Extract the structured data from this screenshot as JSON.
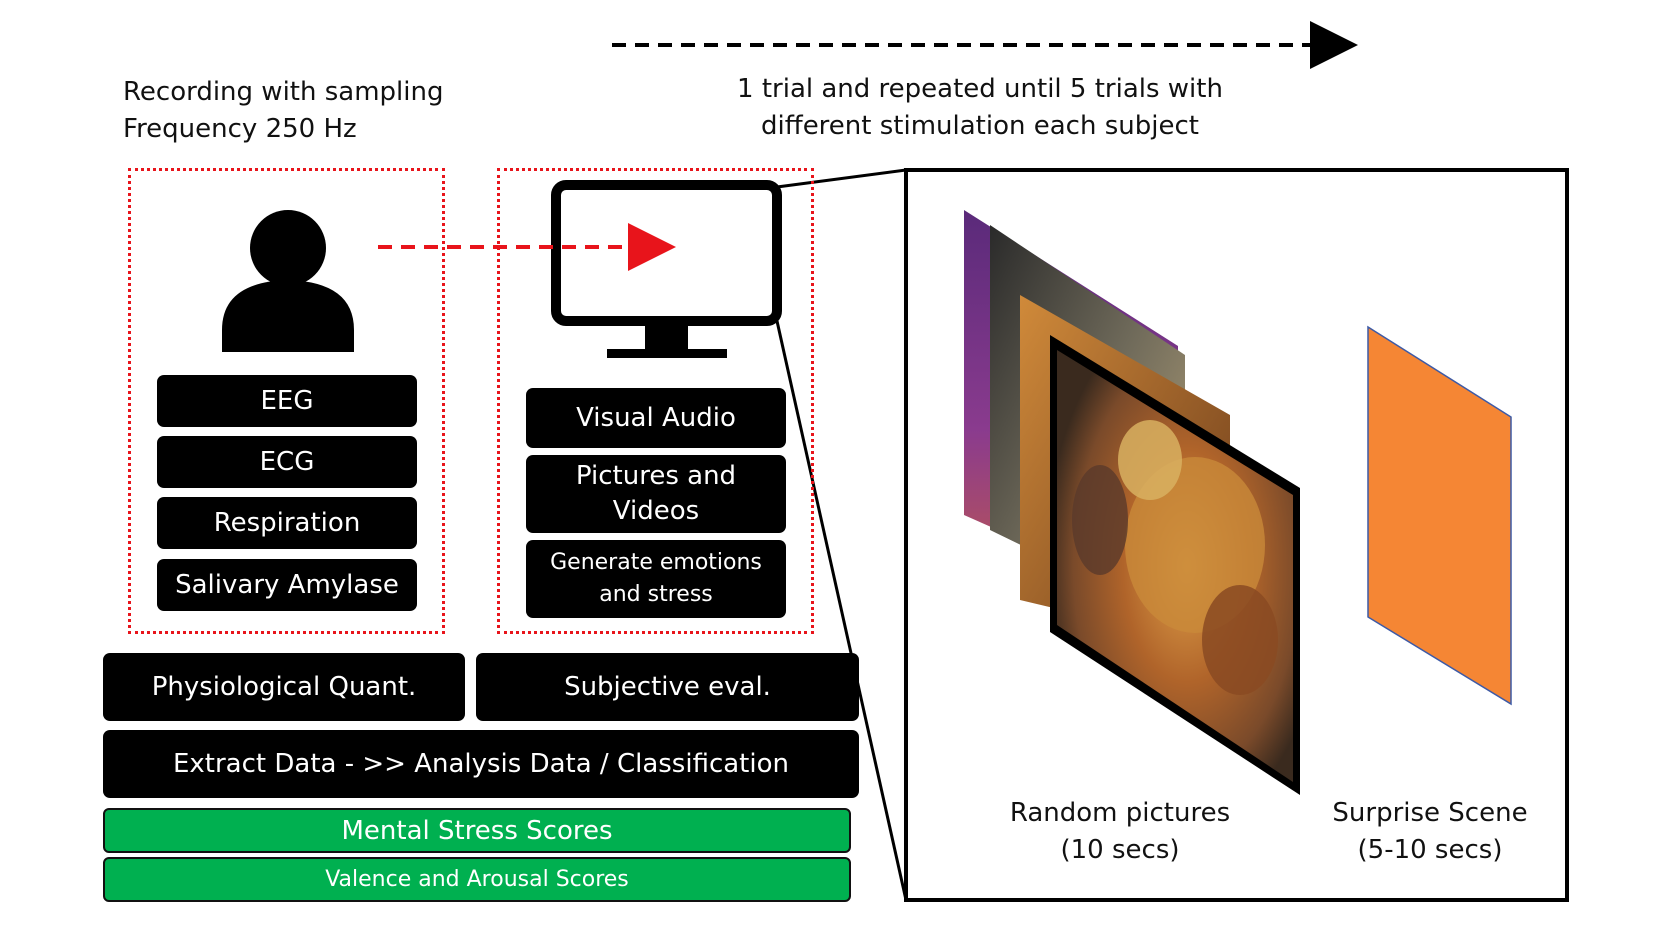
{
  "header": {
    "recording_line1": "Recording with sampling",
    "recording_line2": "Frequency 250 Hz",
    "trial_line1": "1 trial and repeated until 5 trials with",
    "trial_line2": "different stimulation each subject"
  },
  "subject_panel": {
    "icon": "person-icon",
    "sensors": [
      "EEG",
      "ECG",
      "Respiration",
      "Salivary Amylase"
    ]
  },
  "stimulus_panel": {
    "icon": "monitor-icon",
    "items": [
      {
        "line1": "Visual Audio",
        "line2": ""
      },
      {
        "line1": "Pictures and",
        "line2": "Videos"
      },
      {
        "line1": "Generate emotions",
        "line2": "and stress"
      }
    ]
  },
  "evaluation": {
    "physiological": "Physiological Quant.",
    "subjective": "Subjective eval."
  },
  "pipeline": {
    "extract": "Extract Data - >> Analysis Data / Classification"
  },
  "scores": {
    "mental_stress": "Mental Stress Scores",
    "valence_arousal": "Valence and Arousal Scores"
  },
  "stimulation_detail": {
    "random_line1": "Random pictures",
    "random_line2": "(10 secs)",
    "surprise_line1": "Surprise Scene",
    "surprise_line2": "(5-10 secs)"
  },
  "colors": {
    "green": "#00b050",
    "dotted_red": "#e8141b",
    "surprise_orange": "#f58634"
  }
}
